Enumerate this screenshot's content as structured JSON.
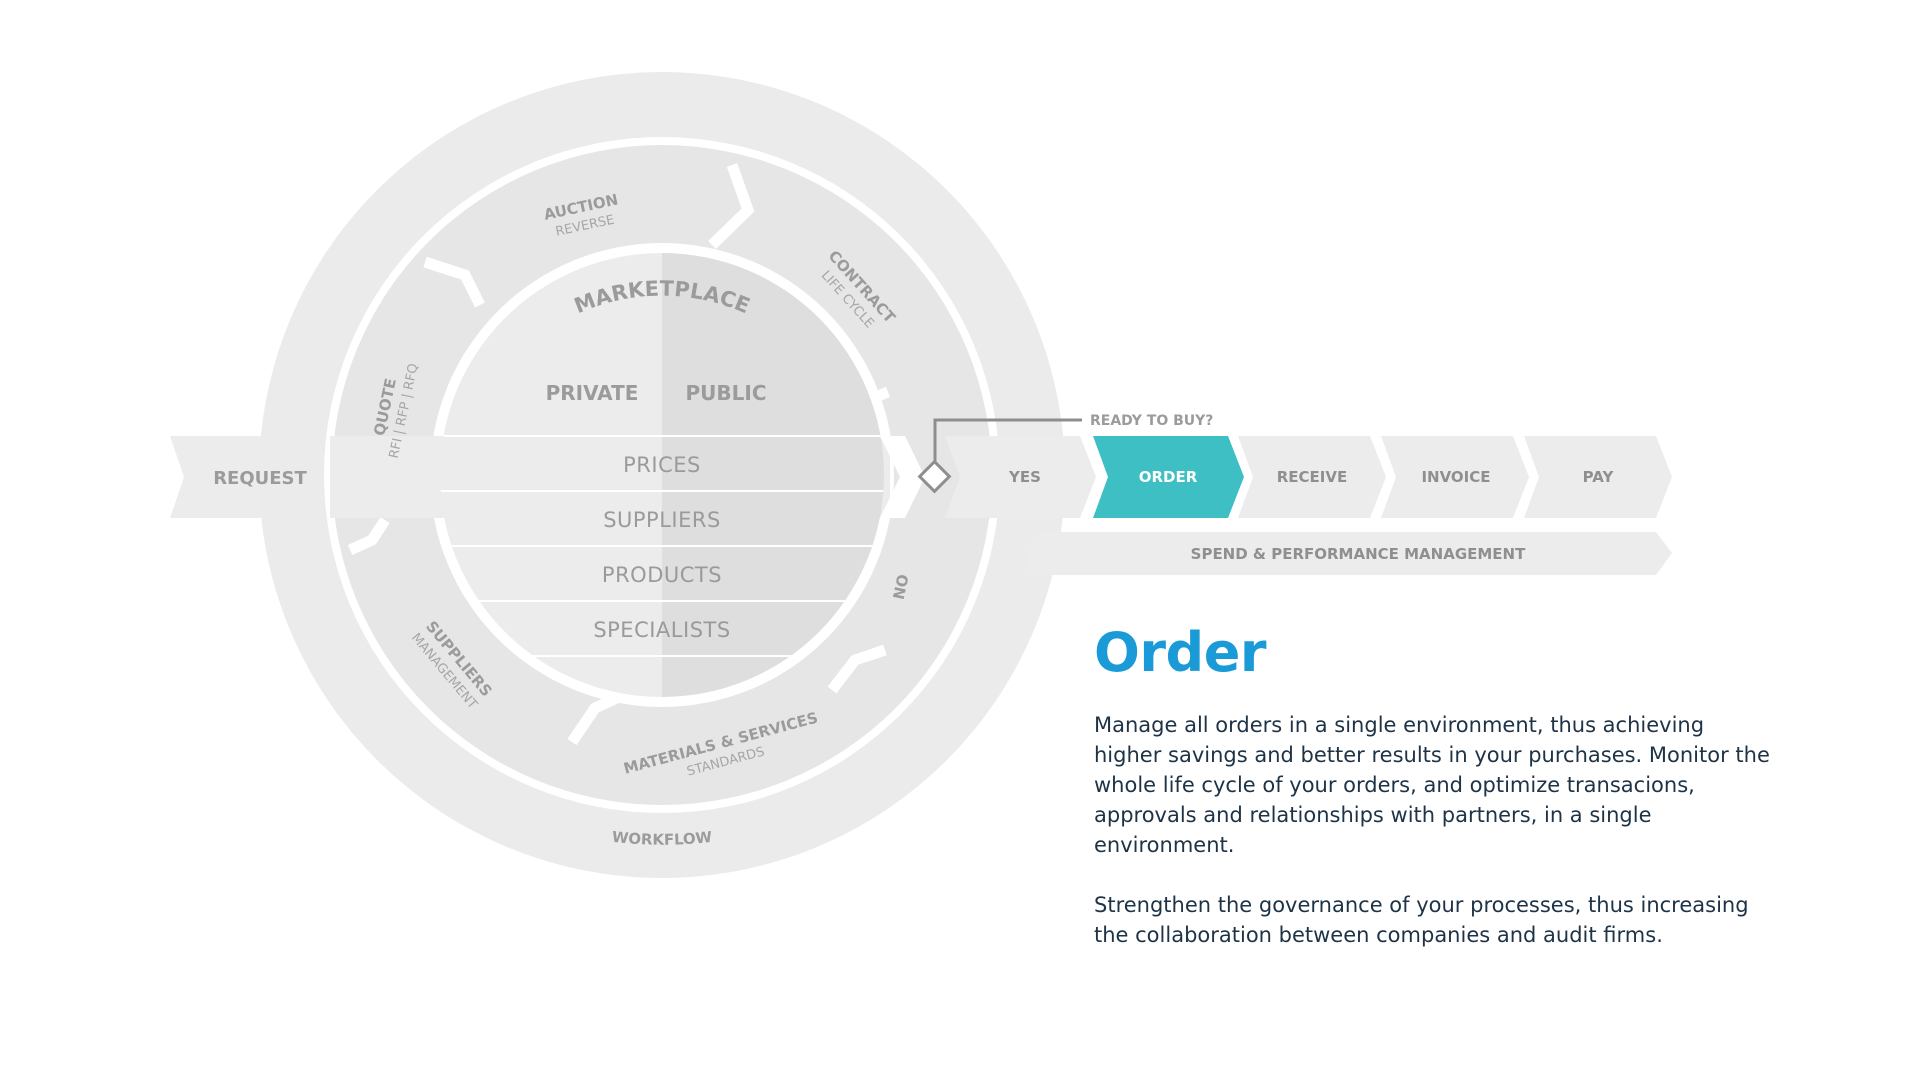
{
  "diagram": {
    "request": "REQUEST",
    "workflow": "WORKFLOW",
    "ring_segments": [
      {
        "title": "AUCTION",
        "subtitle": "REVERSE"
      },
      {
        "title": "CONTRACT",
        "subtitle": "LIFE CYCLE"
      },
      {
        "title": "QUOTE",
        "subtitle": "RFI | RFP | RFQ"
      },
      {
        "title": "SUPPLIERS",
        "subtitle": "MANAGEMENT"
      },
      {
        "title": "MATERIALS & SERVICES",
        "subtitle": "STANDARDS"
      },
      {
        "title": "NO",
        "subtitle": ""
      }
    ],
    "marketplace": {
      "title": "MARKETPLACE",
      "private": "PRIVATE",
      "public": "PUBLIC",
      "rows": [
        "PRICES",
        "SUPPLIERS",
        "PRODUCTS",
        "SPECIALISTS"
      ]
    },
    "decision": "READY TO BUY?",
    "steps": [
      {
        "label": "YES",
        "active": false
      },
      {
        "label": "ORDER",
        "active": true
      },
      {
        "label": "RECEIVE",
        "active": false
      },
      {
        "label": "INVOICE",
        "active": false
      },
      {
        "label": "PAY",
        "active": false
      }
    ],
    "spend_bar": "SPEND & PERFORMANCE MANAGEMENT"
  },
  "detail": {
    "title": "Order",
    "paragraphs": [
      "Manage all orders in a single environment, thus achieving higher savings and better results in your purchases. Monitor the whole life cycle of your orders, and optimize transacions, approvals and relationships with partners, in a single environment.",
      "Strengthen the governance of your processes, thus increasing the collaboration between companies and audit firms."
    ]
  },
  "colors": {
    "ring": "#ebebeb",
    "inner_left": "#ececec",
    "inner_right": "#e0e0e0",
    "text_gray": "#9b9b9b",
    "active": "#3ebfc4",
    "title_blue": "#1a9ad6",
    "body_text": "#1e3346"
  }
}
